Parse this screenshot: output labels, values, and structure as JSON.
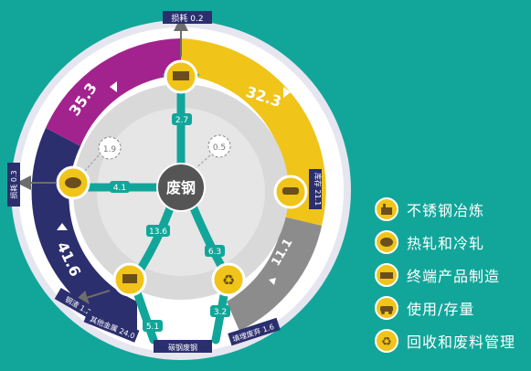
{
  "colors": {
    "background": "#12a69a",
    "stainless_ring": "#f0c419",
    "rolling_ring": "#a3238e",
    "enduse_ring": "#2b2f6e",
    "recycle_ring": "#8c8c8c",
    "inner_disc": "#d6d6d6",
    "outer_ring": "#c9c9df",
    "flow_teal": "#12a69a"
  },
  "center": {
    "label": "废钢"
  },
  "ring_values": {
    "stainless": "32.3",
    "rolling": "35.3",
    "enduse": "41.6",
    "recycle": "11.1"
  },
  "flows": {
    "to_stainless": "2.7",
    "to_rolling": "4.1",
    "to_enduse": "13.6",
    "to_recycle": "6.3",
    "enduse_down": "5.1",
    "recycle_down": "3.2",
    "rolling_dashed": "1.9",
    "stainless_dashed": "0.5"
  },
  "tags": {
    "loss_top": "损耗 0.2",
    "loss_left": "损耗 0.3",
    "stock": "库存 21.1",
    "steel": "钢渣 1.2",
    "other_metal": "其他金属 24.0",
    "carbon_scrap": "碳钢废钢",
    "landfill": "填埋废弃 1.6"
  },
  "legend": [
    {
      "label": "不锈钢冶炼",
      "icon": "factory-icon"
    },
    {
      "label": "热轧和冷轧",
      "icon": "coil-icon"
    },
    {
      "label": "终端产品制造",
      "icon": "assembly-icon"
    },
    {
      "label": "使用/存量",
      "icon": "car-icon"
    },
    {
      "label": "回收和废料管理",
      "icon": "recycle-icon"
    }
  ]
}
